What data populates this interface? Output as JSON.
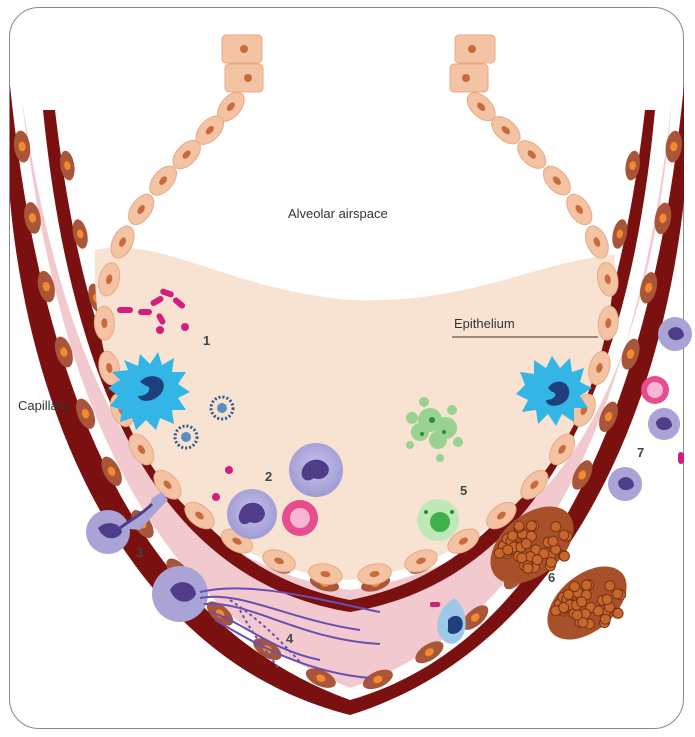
{
  "labels": {
    "airspace": "Alveolar airspace",
    "epithelium": "Epithelium",
    "capillary": "Capillary"
  },
  "markers": [
    "1",
    "2",
    "3",
    "4",
    "5",
    "6",
    "7"
  ],
  "colors": {
    "vessel_wall": "#7a1010",
    "capillary_fill": "#f2c9cf",
    "endothelial": "#a9553a",
    "nucleus_orange": "#f28a2e",
    "epithelial_cell": "#f3c3a4",
    "fluid": "#f8e3d3",
    "bacteria": "#d21f7d",
    "macrophage": "#33b5e5",
    "neutrophil": "#a9a3d6",
    "nucleus_purple": "#4f3d8a",
    "green_cell": "#8fd18a",
    "red_blood_cell": "#e74c8f",
    "fibrin": "#6a4fb3",
    "platelet_clot": "#c8672d"
  }
}
